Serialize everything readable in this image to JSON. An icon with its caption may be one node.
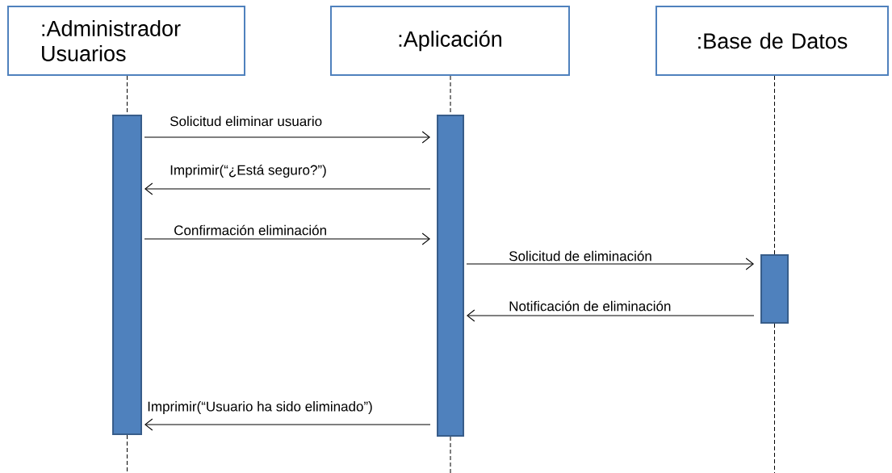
{
  "diagram": {
    "nodes": [
      {
        "text": [
          ":Administrador Usuarios"
        ]
      },
      {
        "text": [
          ":Aplicación"
        ]
      },
      {
        "text": [
          ":Base de Datos"
        ]
      },
      {
        "text": [],
        "shape": "bar"
      },
      {
        "text": [],
        "shape": "bar"
      },
      {
        "text": [],
        "shape": "bar"
      }
    ],
    "edges": [
      {
        "from": 0,
        "to": 3,
        "arrow": "none",
        "style": "dashed"
      },
      {
        "from": 1,
        "to": 4,
        "arrow": "none",
        "style": "dashed"
      },
      {
        "from": 2,
        "to": 5,
        "arrow": "none",
        "style": "dashed"
      },
      {
        "from": 3,
        "to": 4,
        "arrow": "to",
        "label": "Solicitud eliminar usuario"
      },
      {
        "from": 4,
        "to": 3,
        "arrow": "to",
        "label": "Imprimir(“¿Está seguro?”)"
      },
      {
        "from": 3,
        "to": 4,
        "arrow": "to",
        "label": "Confirmación eliminación"
      },
      {
        "from": 4,
        "to": 5,
        "arrow": "to",
        "label": "Solicitud de eliminación"
      },
      {
        "from": 5,
        "to": 4,
        "arrow": "to",
        "label": "Notificación de eliminación"
      },
      {
        "from": 4,
        "to": 3,
        "arrow": "to",
        "label": "Imprimir(“Usuario ha sido eliminado”)"
      }
    ]
  }
}
